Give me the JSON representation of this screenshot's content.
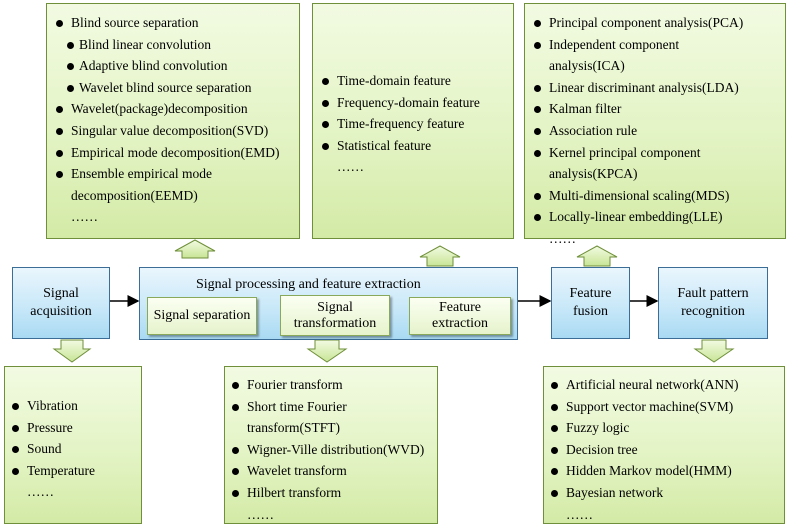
{
  "top_left": {
    "items": [
      "Blind source separation",
      "Blind linear convolution",
      "Adaptive blind convolution",
      "Wavelet blind source separation",
      "Wavelet(package)decomposition",
      "Singular value decomposition(SVD)",
      "Empirical mode decomposition(EMD)",
      "Ensemble empirical mode decomposition(EEMD)",
      "……"
    ]
  },
  "top_middle": {
    "items": [
      "Time-domain feature",
      "Frequency-domain feature",
      "Time-frequency feature",
      "Statistical feature",
      "……"
    ]
  },
  "top_right": {
    "items": [
      "Principal component analysis(PCA)",
      "Independent component analysis(ICA)",
      "Linear discriminant analysis(LDA)",
      "Kalman filter",
      "Association rule",
      "Kernel principal component analysis(KPCA)",
      "Multi-dimensional scaling(MDS)",
      "Locally-linear embedding(LLE)",
      "……"
    ]
  },
  "flow": {
    "signal_acquisition": "Signal acquisition",
    "processing_title": "Signal processing and feature extraction",
    "signal_separation": "Signal separation",
    "signal_transformation": "Signal transformation",
    "feature_extraction": "Feature extraction",
    "feature_fusion": "Feature fusion",
    "fault_pattern_recognition": "Fault pattern recognition"
  },
  "bottom_left": {
    "items": [
      "Vibration",
      "Pressure",
      "Sound",
      "Temperature",
      "……"
    ]
  },
  "bottom_middle": {
    "items": [
      "Fourier transform",
      "Short time Fourier transform(STFT)",
      "Wigner-Ville distribution(WVD)",
      "Wavelet transform",
      "Hilbert transform",
      "……"
    ]
  },
  "bottom_right": {
    "items": [
      "Artificial neural network(ANN)",
      "Support vector machine(SVM)",
      "Fuzzy logic",
      "Decision tree",
      "Hidden Markov model(HMM)",
      "Bayesian network",
      "……"
    ]
  },
  "colors": {
    "green_box": "#e2f3c2",
    "blue_box": "#c6e7f8",
    "arrow_fill": "#d3eaa6"
  }
}
